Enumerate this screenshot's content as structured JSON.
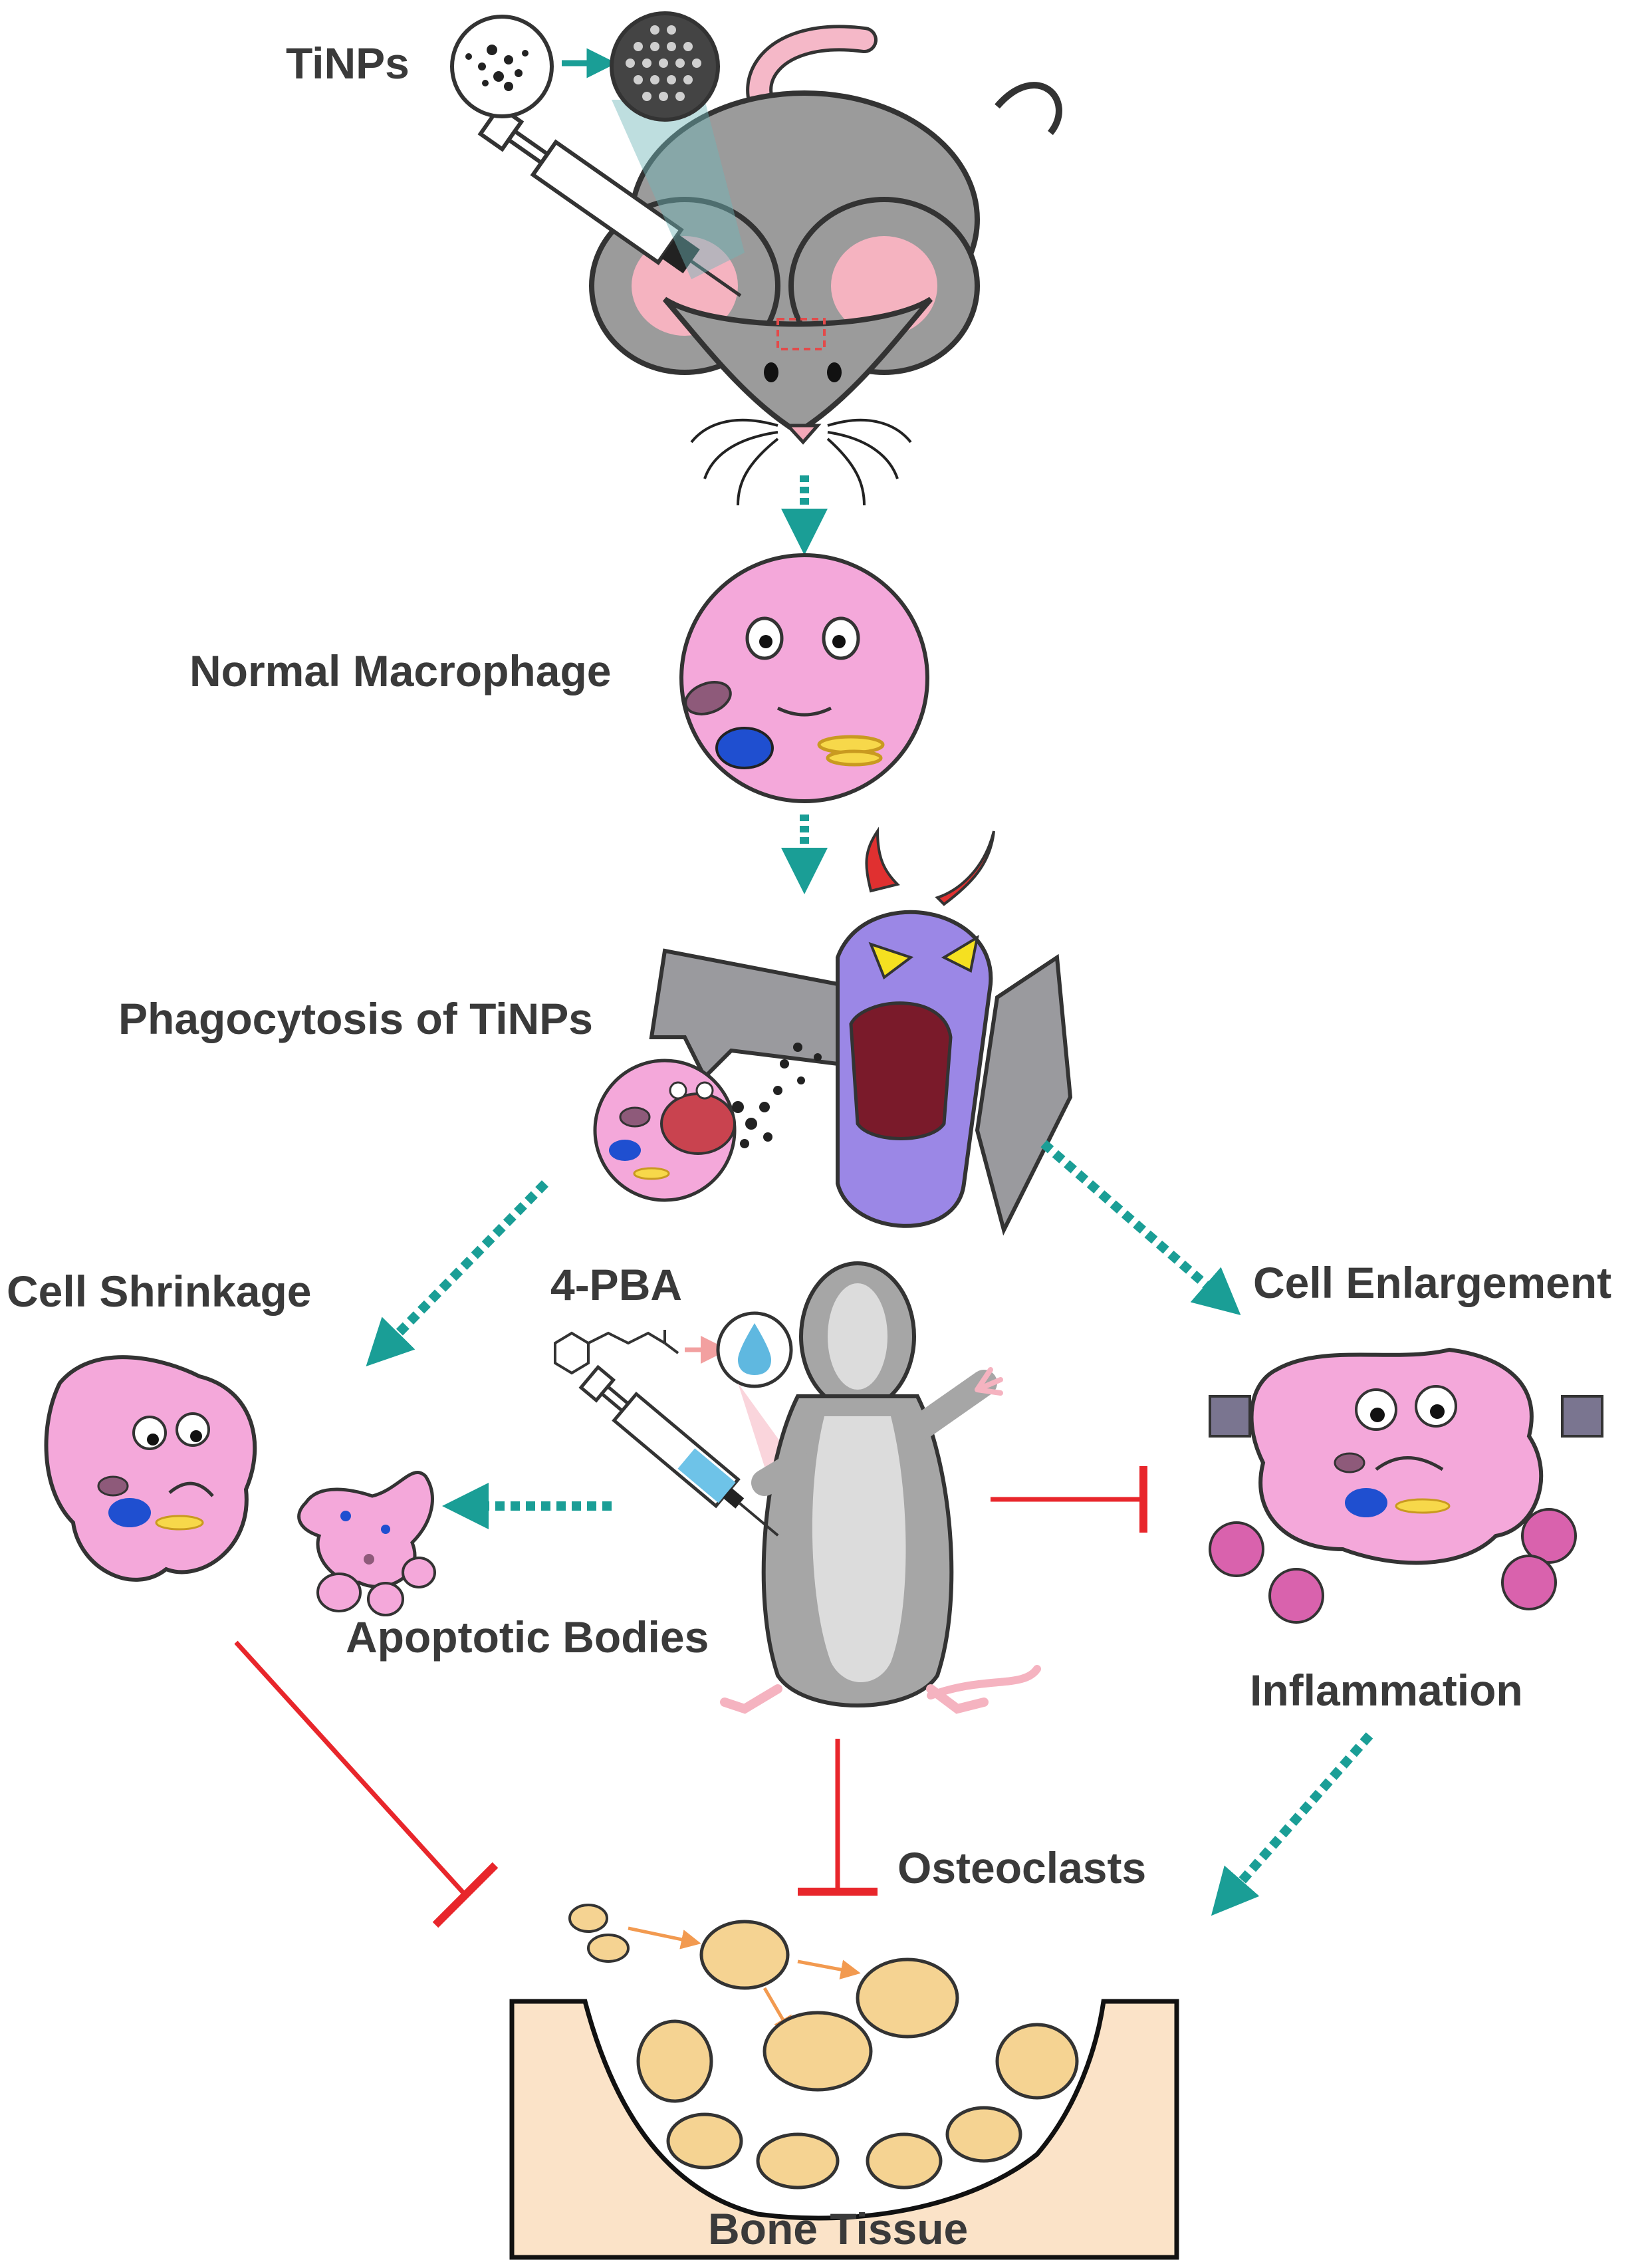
{
  "labels": {
    "tinps": "TiNPs",
    "normal_macrophage": "Normal Macrophage",
    "phagocytosis": "Phagocytosis of TiNPs",
    "cell_shrinkage": "Cell Shrinkage",
    "four_pba": "4-PBA",
    "cell_enlargement": "Cell Enlargement",
    "apoptotic_bodies": "Apoptotic Bodies",
    "inflammation": "Inflammation",
    "osteoclasts": "Osteoclasts",
    "bone_tissue": "Bone Tissue"
  },
  "colors": {
    "activation_arrow": "#1a9e96",
    "inhibition": "#e8262b",
    "macrophage": "#f4a8da",
    "bacterium": "#9b87e6",
    "mouse": "#9b9b9b",
    "bone": "#fbe3c8",
    "osteoclast": "#f5d392"
  }
}
